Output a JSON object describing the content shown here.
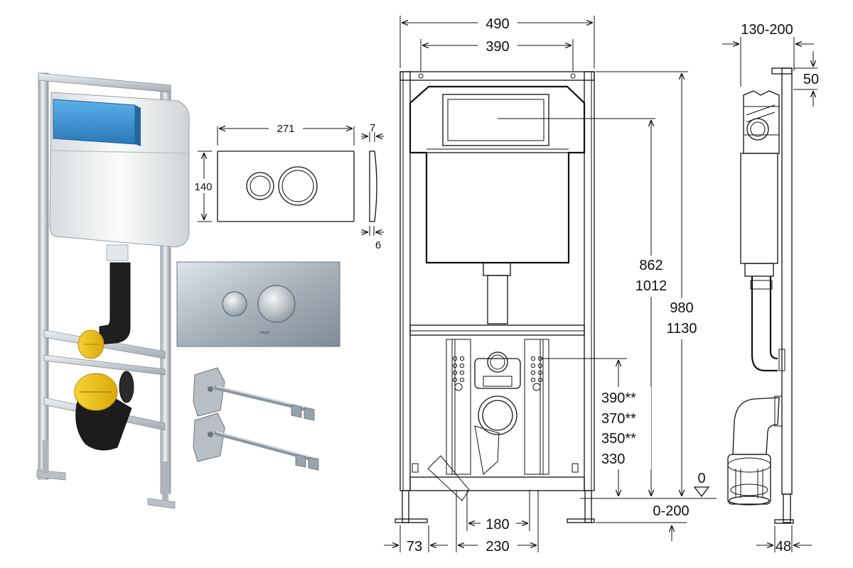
{
  "labels": {
    "plate_width": "271",
    "plate_height": "140",
    "plate_depth_a": "7",
    "plate_depth_b": "6",
    "plate_brand": "viega",
    "frame_width": "490",
    "anchor_spacing": "390",
    "depth_range": "130-200",
    "top_offset": "50",
    "height_a": "862",
    "height_b": "1012",
    "height_c": "980",
    "height_d": "1130",
    "outlet_h1": "390**",
    "outlet_h2": "370**",
    "outlet_h3": "350**",
    "outlet_h4": "330",
    "zero_mark": "0",
    "floor_range": "0-200",
    "pipe_spacing": "180",
    "inner_width": "230",
    "leg_offset": "73",
    "side_leg": "48"
  },
  "colors": {
    "frame_steel": "#c9ced2",
    "cistern_body": "#f2f3f4",
    "cistern_cap": "#3a8fd0",
    "drain_pipe": "#1c1c1c",
    "seal_ring": "#f2c21a",
    "plate_chrome": "#a9b4bd",
    "line": "#111111"
  }
}
